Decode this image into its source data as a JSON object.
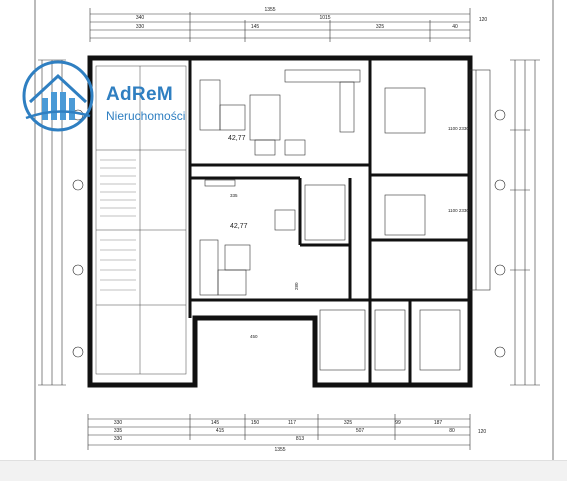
{
  "logo": {
    "brand": "AdReM",
    "subtitle": "Nieruchomości"
  },
  "room_labels": {
    "upper_area": "42,77",
    "lower_area": "42,77"
  },
  "dimensions": {
    "top_total": "1355",
    "top_left": "340",
    "top_right": "1015",
    "top_edge_right": "120",
    "top_row2_a": "330",
    "top_row2_b": "145",
    "top_row2_c": "325",
    "top_row2_d": "40",
    "bottom_total": "1355",
    "bottom_a": "330",
    "bottom_b": "145",
    "bottom_c": "150",
    "bottom_d": "117",
    "bottom_e": "325",
    "bottom_f": "99",
    "bottom_g": "187",
    "bottom_row2_a": "335",
    "bottom_row2_b": "415",
    "bottom_row2_c": "507",
    "bottom_row2_d": "80",
    "bottom_row3_a": "330",
    "bottom_row3_b": "813",
    "bottom_edge_right": "120",
    "inner_a": "335",
    "inner_b": "280",
    "inner_c": "450",
    "inner_d": "1100 2330",
    "inner_e": "1100 2330"
  }
}
